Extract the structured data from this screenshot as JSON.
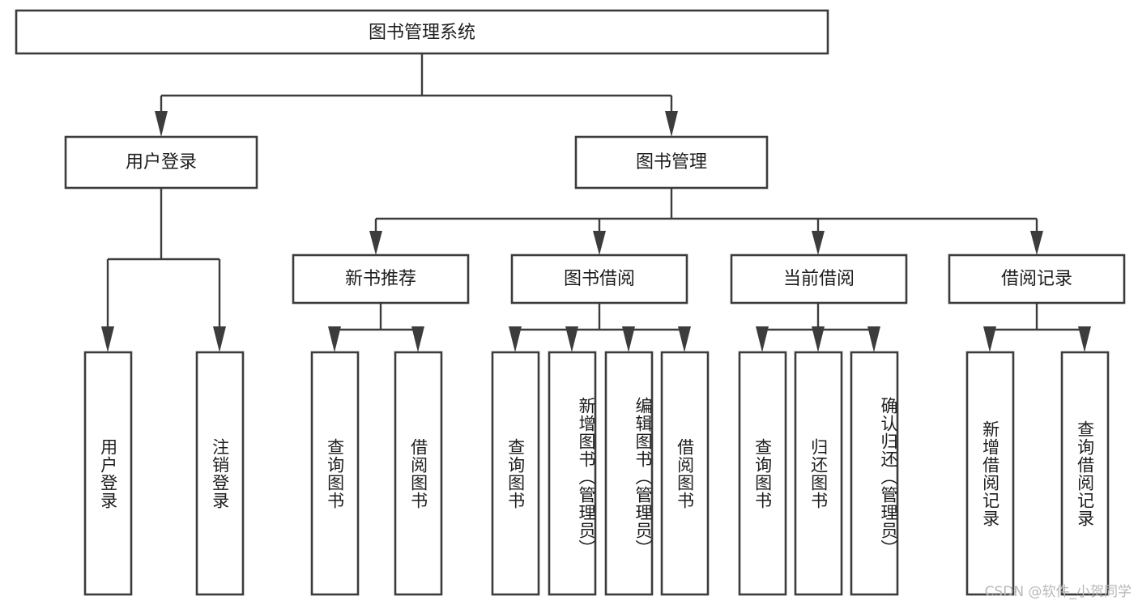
{
  "diagram": {
    "title": "图书管理系统",
    "type": "hierarchy-tree",
    "root": {
      "id": "root",
      "label": "图书管理系统",
      "level": 1
    },
    "level2": [
      {
        "id": "user-login",
        "label": "用户登录"
      },
      {
        "id": "book-manage",
        "label": "图书管理"
      }
    ],
    "level3": [
      {
        "id": "new-book-recommend",
        "label": "新书推荐",
        "parent": "book-manage"
      },
      {
        "id": "book-borrow",
        "label": "图书借阅",
        "parent": "book-manage"
      },
      {
        "id": "current-borrow",
        "label": "当前借阅",
        "parent": "book-manage"
      },
      {
        "id": "borrow-record",
        "label": "借阅记录",
        "parent": "book-manage"
      }
    ],
    "leaves": [
      {
        "id": "leaf-user-login",
        "label": "用户登录",
        "parent": "user-login"
      },
      {
        "id": "leaf-logout-login",
        "label": "注销登录",
        "parent": "user-login"
      },
      {
        "id": "leaf-query-book-1",
        "label": "查询图书",
        "parent": "new-book-recommend"
      },
      {
        "id": "leaf-borrow-book-1",
        "label": "借阅图书",
        "parent": "new-book-recommend"
      },
      {
        "id": "leaf-query-book-2",
        "label": "查询图书",
        "parent": "book-borrow"
      },
      {
        "id": "leaf-add-book",
        "label": "新增图书（管理员）",
        "parent": "book-borrow"
      },
      {
        "id": "leaf-edit-book",
        "label": "编辑图书（管理员）",
        "parent": "book-borrow"
      },
      {
        "id": "leaf-borrow-book-2",
        "label": "借阅图书",
        "parent": "book-borrow"
      },
      {
        "id": "leaf-query-book-3",
        "label": "查询图书",
        "parent": "current-borrow"
      },
      {
        "id": "leaf-return-book",
        "label": "归还图书",
        "parent": "current-borrow"
      },
      {
        "id": "leaf-confirm-return",
        "label": "确认归还（管理员）",
        "parent": "current-borrow"
      },
      {
        "id": "leaf-add-record",
        "label": "新增借阅记录",
        "parent": "borrow-record"
      },
      {
        "id": "leaf-query-record",
        "label": "查询借阅记录",
        "parent": "borrow-record"
      }
    ]
  },
  "watermark": {
    "text": "CSDN @软件_小贺同学"
  },
  "colors": {
    "stroke": "#3c3c3c",
    "fill": "#ffffff",
    "text": "#1d1d1d",
    "watermark": "#b8b8b8"
  }
}
